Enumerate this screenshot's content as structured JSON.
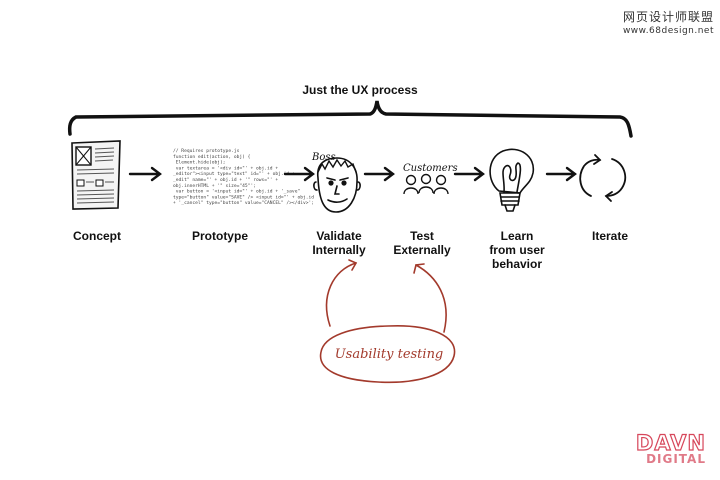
{
  "watermark": {
    "site": "网页设计师联盟",
    "url": "www.68design.net"
  },
  "diagram": {
    "title": "Just the UX process",
    "steps": [
      {
        "label": "Concept"
      },
      {
        "label": "Prototype"
      },
      {
        "label": "Validate\nInternally"
      },
      {
        "label": "Test\nExternally"
      },
      {
        "label": "Learn\nfrom user\nbehavior"
      },
      {
        "label": "Iterate"
      }
    ],
    "annotations": {
      "boss": "Boss",
      "customers": "Customers",
      "usability": "Usability testing"
    },
    "code_lines": [
      "// Requires prototype.js",
      "function edit(action, obj) {",
      "  Element.hide(obj);",
      "  var textarea = '<div id=\"' + obj.id +",
      "_editor\"><input type=\"text\" id=\"' + obj.id +",
      "_edit\" name=\"' + obj.id + '\" rows=\"' +",
      "obj.innerHTML + '\" size=\"45\"';",
      "  var button = '<input id=\"' + obj.id + '_save\"",
      "type=\"button\" value=\"SAVE\" /> <input id=\"' + obj.id",
      "+ '_cancel\" type=\"button\" value=\"CANCEL\" /></div>';"
    ]
  },
  "brand": {
    "line1": "DAVN",
    "line2": "DIGITAL"
  },
  "colors": {
    "ink": "#111111",
    "accent": "#a33a2c",
    "brand": "#d7475b"
  }
}
